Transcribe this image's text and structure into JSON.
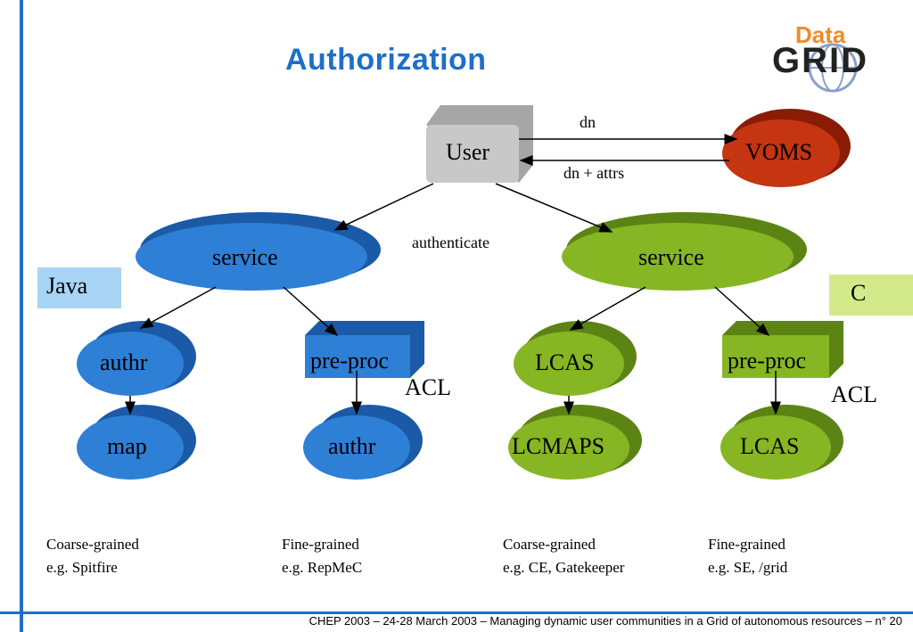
{
  "title": "Authorization",
  "logo": {
    "top": "Data",
    "main": "GRID"
  },
  "nodes": {
    "user": "User",
    "voms": "VOMS",
    "service_java": "service",
    "service_c": "service",
    "authr_left": "authr",
    "map": "map",
    "preproc_left": "pre-proc",
    "authr_mid": "authr",
    "lcas_left": "LCAS",
    "lcmaps": "LCMAPS",
    "preproc_right": "pre-proc",
    "lcas_right": "LCAS"
  },
  "edge_labels": {
    "dn": "dn",
    "dn_attrs": "dn + attrs",
    "authenticate": "authenticate",
    "acl_left": "ACL",
    "acl_right": "ACL"
  },
  "boxes": {
    "java": "Java",
    "c": "C"
  },
  "notes": [
    {
      "line1": "Coarse-grained",
      "line2": "e.g. Spitfire"
    },
    {
      "line1": "Fine-grained",
      "line2": "e.g. RepMeC"
    },
    {
      "line1": "Coarse-grained",
      "line2": "e.g. CE, Gatekeeper"
    },
    {
      "line1": "Fine-grained",
      "line2": "e.g. SE, /grid"
    }
  ],
  "footer": "CHEP 2003 – 24-28 March 2003 – Managing dynamic user communities in a Grid of autonomous resources  –  n° 20",
  "colors": {
    "blue": "#1f6fc6",
    "green": "#7aa81e",
    "voms": "#b52a0e",
    "grey": "#c8c8c8",
    "java_box": "#a8d4f5",
    "c_box": "#d4ea8a"
  }
}
